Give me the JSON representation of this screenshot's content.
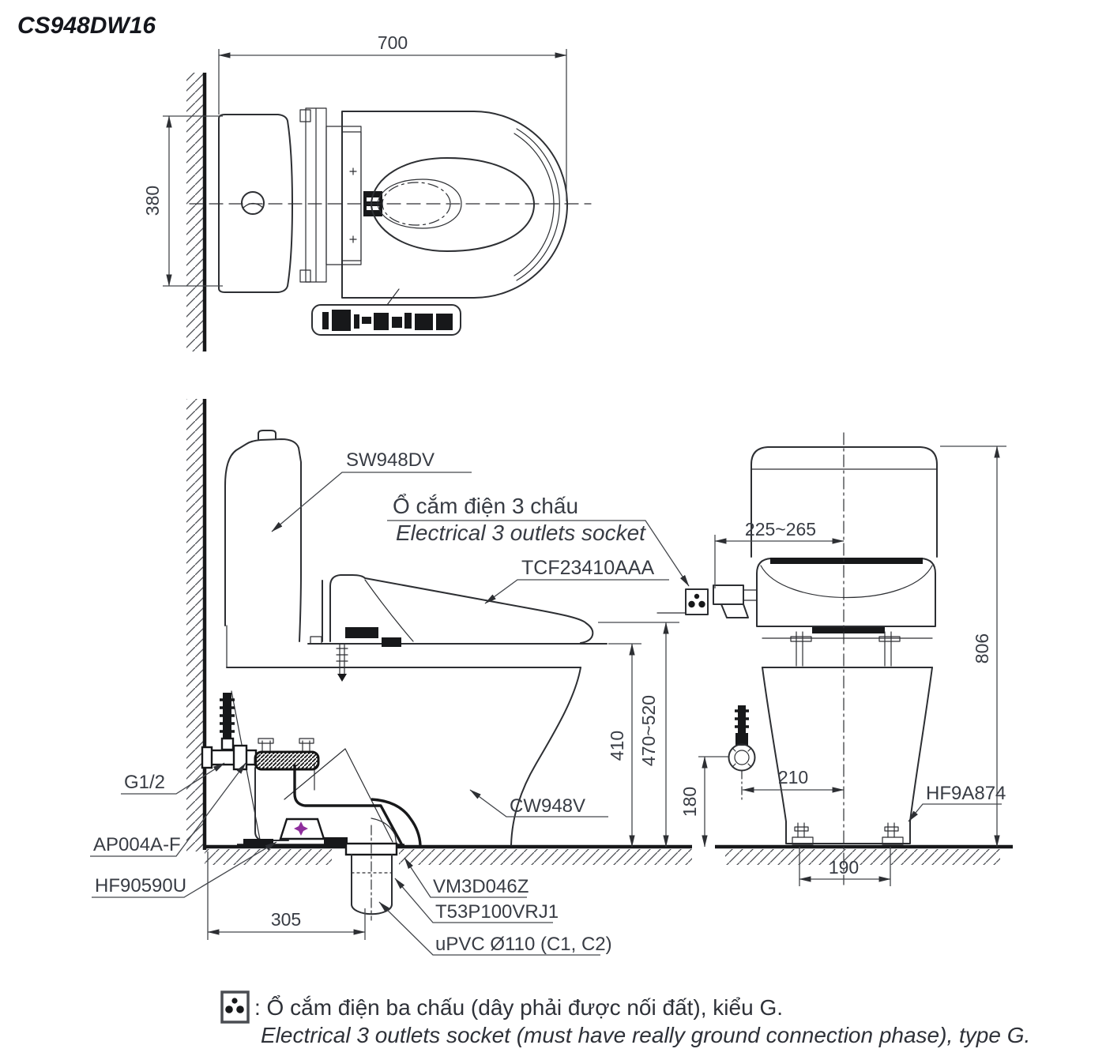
{
  "title": "CS948DW16",
  "top": {
    "dim_width": "700",
    "dim_depth": "380"
  },
  "side": {
    "label_tank": "SW948DV",
    "label_socket_vi": "Ổ cắm điện 3 chấu",
    "label_socket_en": "Electrical 3 outlets socket",
    "label_washlet": "TCF23410AAA",
    "label_bowl": "CW948V",
    "label_inlet": "G1/2",
    "label_fill_valve": "AP004A-F",
    "label_flange": "HF90590U",
    "label_joint": "VM3D046Z",
    "label_drain_socket": "T53P100VRJ1",
    "label_pipe": "uPVC Ø110 (C1, C2)",
    "dim_rim_height": "410",
    "dim_seat_height": "470~520",
    "dim_drain_offset": "305"
  },
  "front": {
    "dim_socket_offset": "225~265",
    "dim_total_height": "806",
    "dim_valve_height": "180",
    "dim_valve_offset": "210",
    "dim_bolt_spacing": "190",
    "label_bolt_cap": "HF9A874"
  },
  "note": {
    "vi": ": Ổ cắm điện ba chấu (dây phải được nối đất), kiểu G.",
    "en": "Electrical 3 outlets socket (must have really ground connection phase), type G."
  },
  "colors": {
    "line": "#2d2f33",
    "dimension": "#44474c",
    "accent_purple": "#8e2d9c"
  }
}
